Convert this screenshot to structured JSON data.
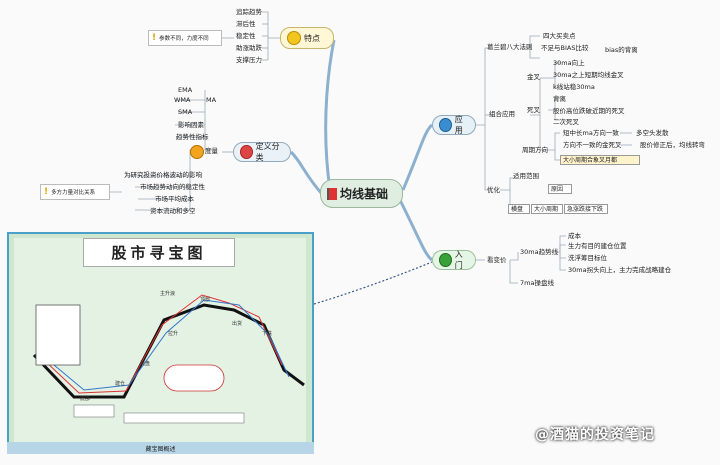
{
  "center": {
    "label": "均线基础"
  },
  "feature": {
    "label": "特点",
    "items": [
      "追踪趋势",
      "滞后性",
      "稳定性",
      "助涨助跌",
      "支撑压力"
    ],
    "note": "参数不同，力度不同"
  },
  "definition": {
    "label": "定义分类",
    "types": [
      "EMA",
      "WMA",
      "SMA"
    ],
    "ma": "MA",
    "items": [
      "影响因素",
      "趋势性指标",
      "度量"
    ],
    "meanings": [
      "为研究投资价格波动的影响",
      "市场趋势动向的稳定性",
      "市场平均成本",
      "资本流动和多空"
    ],
    "note": "多方力量对比关系"
  },
  "application": {
    "label": "应用",
    "rule_title": "葛兰碧八大法则",
    "rule_items": [
      "四大买卖点",
      "不足与BIAS比较",
      "bias的背离"
    ],
    "combo": "组合应用",
    "golden": "金叉",
    "golden_items": [
      "30ma向上",
      "30ma之上短期均线金叉",
      "k线站稳30ma"
    ],
    "dead": "死叉",
    "dead_items": [
      "背离",
      "股价高位跌破近期的死叉",
      "二次死叉"
    ],
    "direction": "周期方向",
    "direction_items": [
      "短中长ma方向一致",
      "方向不一致的金死叉",
      "大小周期合象叉月都"
    ],
    "direction_sub": [
      "多空头发散",
      "股价修正后，均线转弯"
    ],
    "optimize": "优化",
    "opt_title": "适用范围",
    "opt_box": "原因",
    "opt_items": [
      "横盘",
      "大小周期",
      "急涨跌接下跌"
    ]
  },
  "entry": {
    "label": "入门",
    "market": "看变价",
    "ma30": "30ma趋势线",
    "ma30_items": [
      "成本",
      "生力有目的建仓位置",
      "洗浮筹目标位",
      "30ma拐头向上，主力完成战略建仓"
    ],
    "ma7": "7ma操盘线"
  },
  "poster": {
    "title": "股市寻宝图",
    "footer": "藏宝图概述",
    "labels": [
      "主升浪",
      "顶部",
      "下跌",
      "底部",
      "建仓",
      "洗盘",
      "拉升",
      "出货"
    ]
  },
  "watermark": "@酒猫的投资笔记",
  "chart_data": null
}
